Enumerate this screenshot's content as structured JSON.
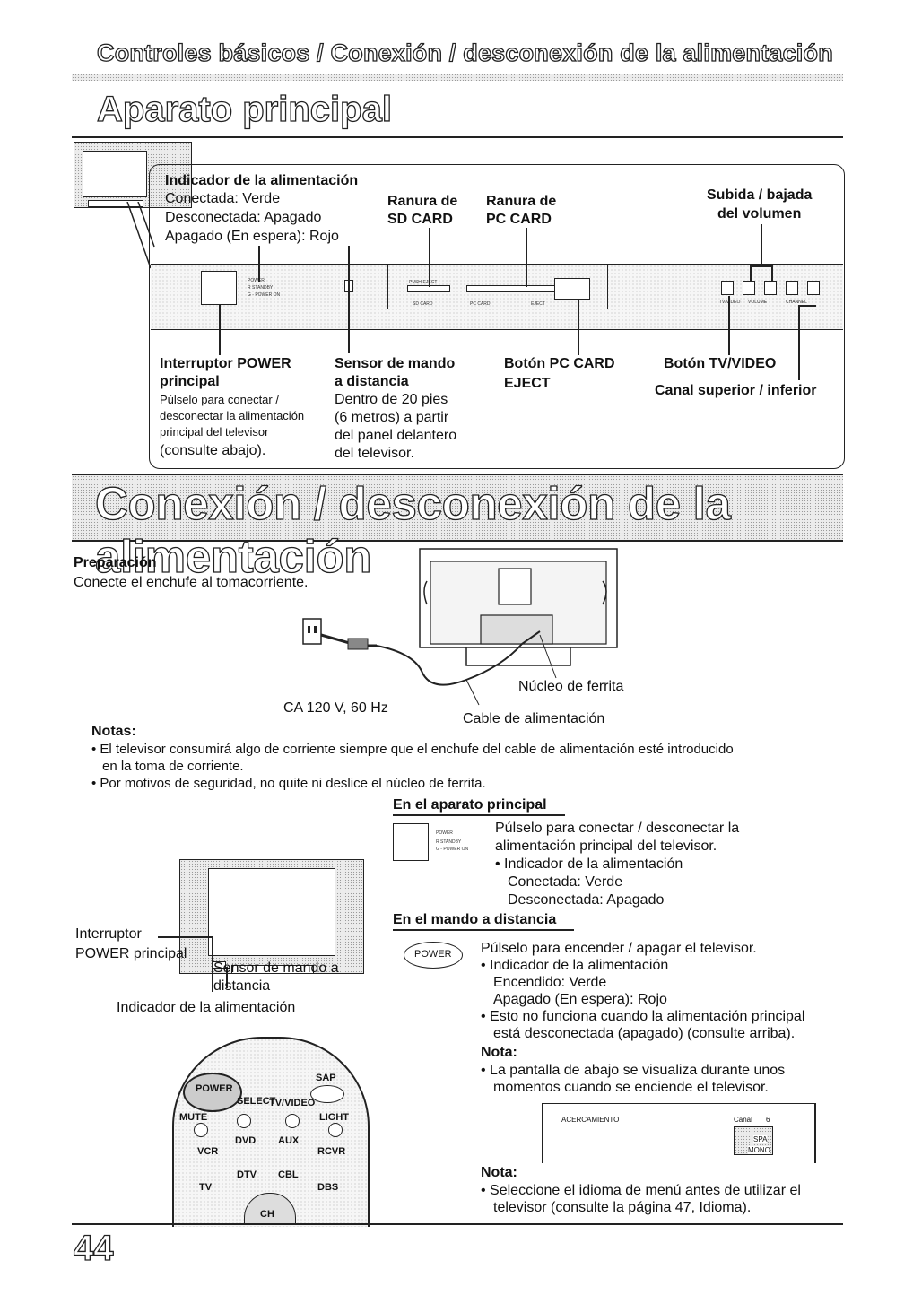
{
  "header": {
    "breadcrumb": "Controles básicos / Conexión / desconexión de la alimentación",
    "section_title": "Aparato principal"
  },
  "diagram1": {
    "power_indicator": {
      "title": "Indicador de la alimentación",
      "l1": "Conectada: Verde",
      "l2": "Desconectada: Apagado",
      "l3": "Apagado (En espera): Rojo"
    },
    "sd_slot": {
      "l1": "Ranura de",
      "l2": "SD CARD"
    },
    "pc_slot": {
      "l1": "Ranura de",
      "l2": "PC CARD"
    },
    "volume": {
      "l1": "Subida / bajada",
      "l2": "del volumen"
    },
    "power_switch": {
      "l1": "Interruptor POWER",
      "l2": "principal",
      "d1": "Púlselo para conectar /",
      "d2": "desconectar la alimentación",
      "d3": "principal del televisor",
      "d4": "(consulte abajo)."
    },
    "remote_sensor": {
      "l1": "Sensor de mando",
      "l2": "a distancia",
      "d1": "Dentro de 20 pies",
      "d2": "(6 metros) a partir",
      "d3": "del panel delantero",
      "d4": "del televisor."
    },
    "eject_button": {
      "l1": "Botón PC CARD",
      "l2": "EJECT"
    },
    "tv_video_button": "Botón TV/VIDEO",
    "channel": "Canal superior / inferior",
    "panel_labels": {
      "power": "POWER",
      "standby": "R STANDBY",
      "power_on": "G - POWER ON",
      "push_eject": "PUSH-EJECT",
      "sd_card": "SD CARD",
      "pc_card": "PC CARD",
      "eject": "EJECT",
      "tv_video": "TV/VIDEO",
      "volume": "VOLUME",
      "channel": "CHANNEL"
    }
  },
  "section2": {
    "title": "Conexión / desconexión de la alimentación"
  },
  "preparation": {
    "title": "Preparación",
    "text": "Conecte el enchufe al tomacorriente."
  },
  "diagram2": {
    "ferrite": "Núcleo de ferrita",
    "outlet": "CA 120 V, 60 Hz",
    "cable": "Cable de alimentación"
  },
  "notes": {
    "title": "Notas:",
    "n1a": "• El televisor consumirá algo de corriente siempre que el enchufe del cable de alimentación esté introducido",
    "n1b": "en la toma de corriente.",
    "n2": "• Por motivos de seguridad, no quite ni deslice el núcleo de ferrita."
  },
  "left_labels": {
    "switch_l1": "Interruptor",
    "switch_l2": "POWER principal",
    "sensor_l1": "Sensor de mando a",
    "sensor_l2": "distancia",
    "indicator": "Indicador de la alimentación"
  },
  "remote": {
    "power": "POWER",
    "sap": "SAP",
    "select": "SELECT",
    "tv_video": "TV/VIDEO",
    "mute": "MUTE",
    "light": "LIGHT",
    "vcr": "VCR",
    "dvd": "DVD",
    "aux": "AUX",
    "rcvr": "RCVR",
    "tv": "TV",
    "dtv": "DTV",
    "cbl": "CBL",
    "dbs": "DBS",
    "ch": "CH"
  },
  "main_unit": {
    "title": "En el aparato principal",
    "l1": "Púlselo para conectar / desconectar la",
    "l2": "alimentación principal del televisor.",
    "l3": "• Indicador de la alimentación",
    "l4": "Conectada: Verde",
    "l5": "Desconectada: Apagado"
  },
  "remote_section": {
    "title": "En el mando a distancia",
    "button": "POWER",
    "l1": "Púlselo para encender / apagar el televisor.",
    "l2": "• Indicador de la alimentación",
    "l3": "Encendido: Verde",
    "l4": "Apagado (En espera): Rojo",
    "l5": "• Esto no funciona cuando la alimentación principal",
    "l6": "está desconectada (apagado) (consulte arriba).",
    "note_title": "Nota:",
    "n1": "• La pantalla de abajo se visualiza durante unos",
    "n2": "momentos cuando se enciende el televisor."
  },
  "screen": {
    "label": "ACERCAMIENTO",
    "channel": "Canal",
    "channel_num": "6",
    "spa": "SPA",
    "mono": "MONO"
  },
  "final_note": {
    "title": "Nota:",
    "l1": "• Seleccione el idioma de menú antes de utilizar el",
    "l2": "televisor (consulte la página 47, Idioma)."
  },
  "page_number": "44"
}
